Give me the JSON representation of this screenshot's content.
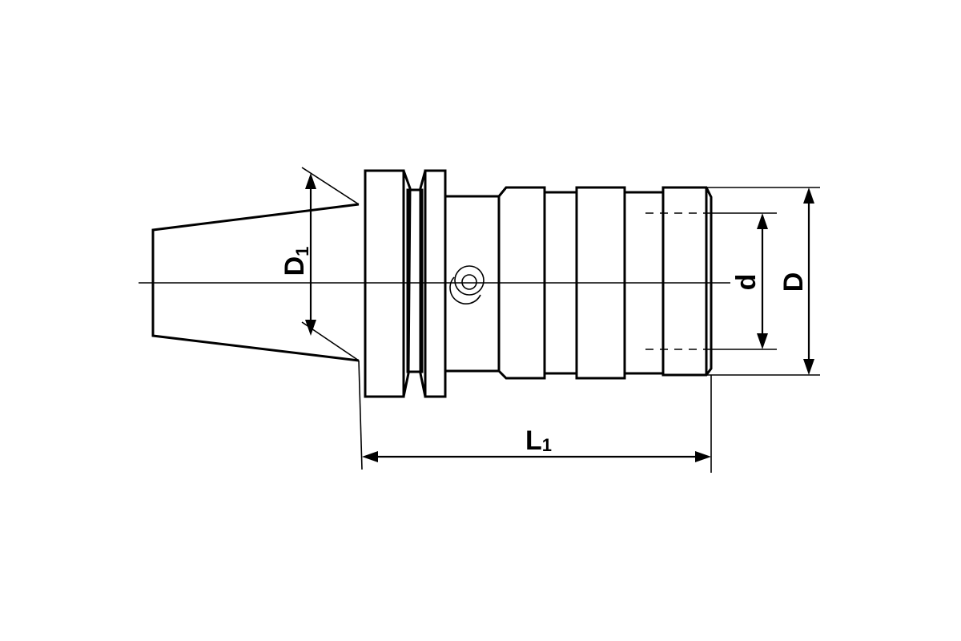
{
  "dimensions": {
    "taper_diameter": {
      "main": "D",
      "sub": "1"
    },
    "bore_diameter": {
      "main": "d"
    },
    "outer_diameter": {
      "main": "D"
    },
    "length": {
      "main": "L",
      "sub": "1"
    }
  },
  "colors": {
    "line": "#000000",
    "background": "#ffffff"
  }
}
